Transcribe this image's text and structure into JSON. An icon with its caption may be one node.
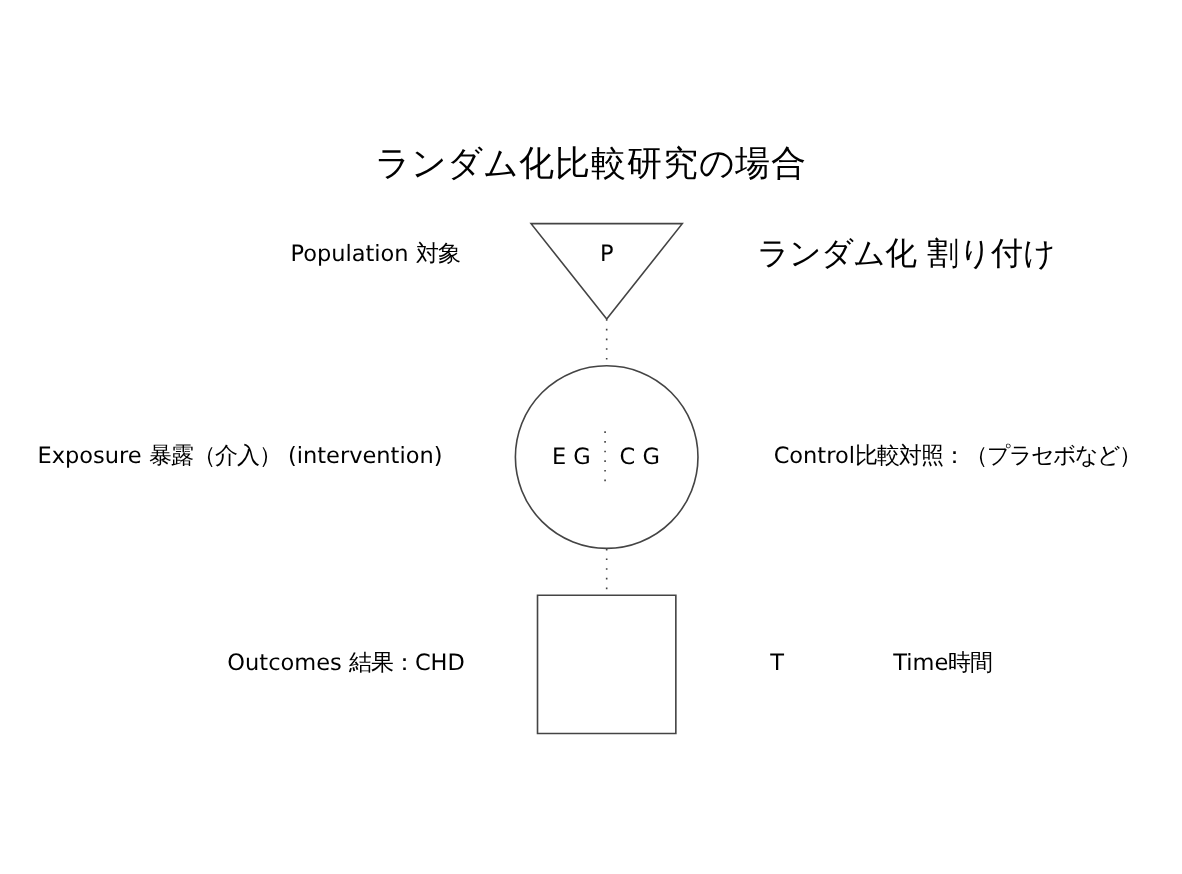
{
  "diagram": {
    "title": "ランダム化比較研究の場合",
    "nodes": [
      {
        "text": [
          "P"
        ],
        "beside": [
          "Population 対象"
        ]
      },
      {
        "text": [
          "E G",
          "C G"
        ],
        "beside": [
          "Exposure 暴露（介入） (intervention)",
          "Control比較対照：（プラセボなど）"
        ]
      },
      {
        "text": [],
        "shape": "box",
        "beside": [
          "Outcomes 結果：CHD"
        ]
      }
    ],
    "edges": [
      {
        "from": 0,
        "to": 1,
        "arrow": "none",
        "style": "dashed"
      },
      {
        "from": 1,
        "to": 2,
        "arrow": "none",
        "style": "dashed"
      }
    ],
    "labels": [
      "ランダム化 割り付け",
      "T",
      "Time時間"
    ]
  }
}
